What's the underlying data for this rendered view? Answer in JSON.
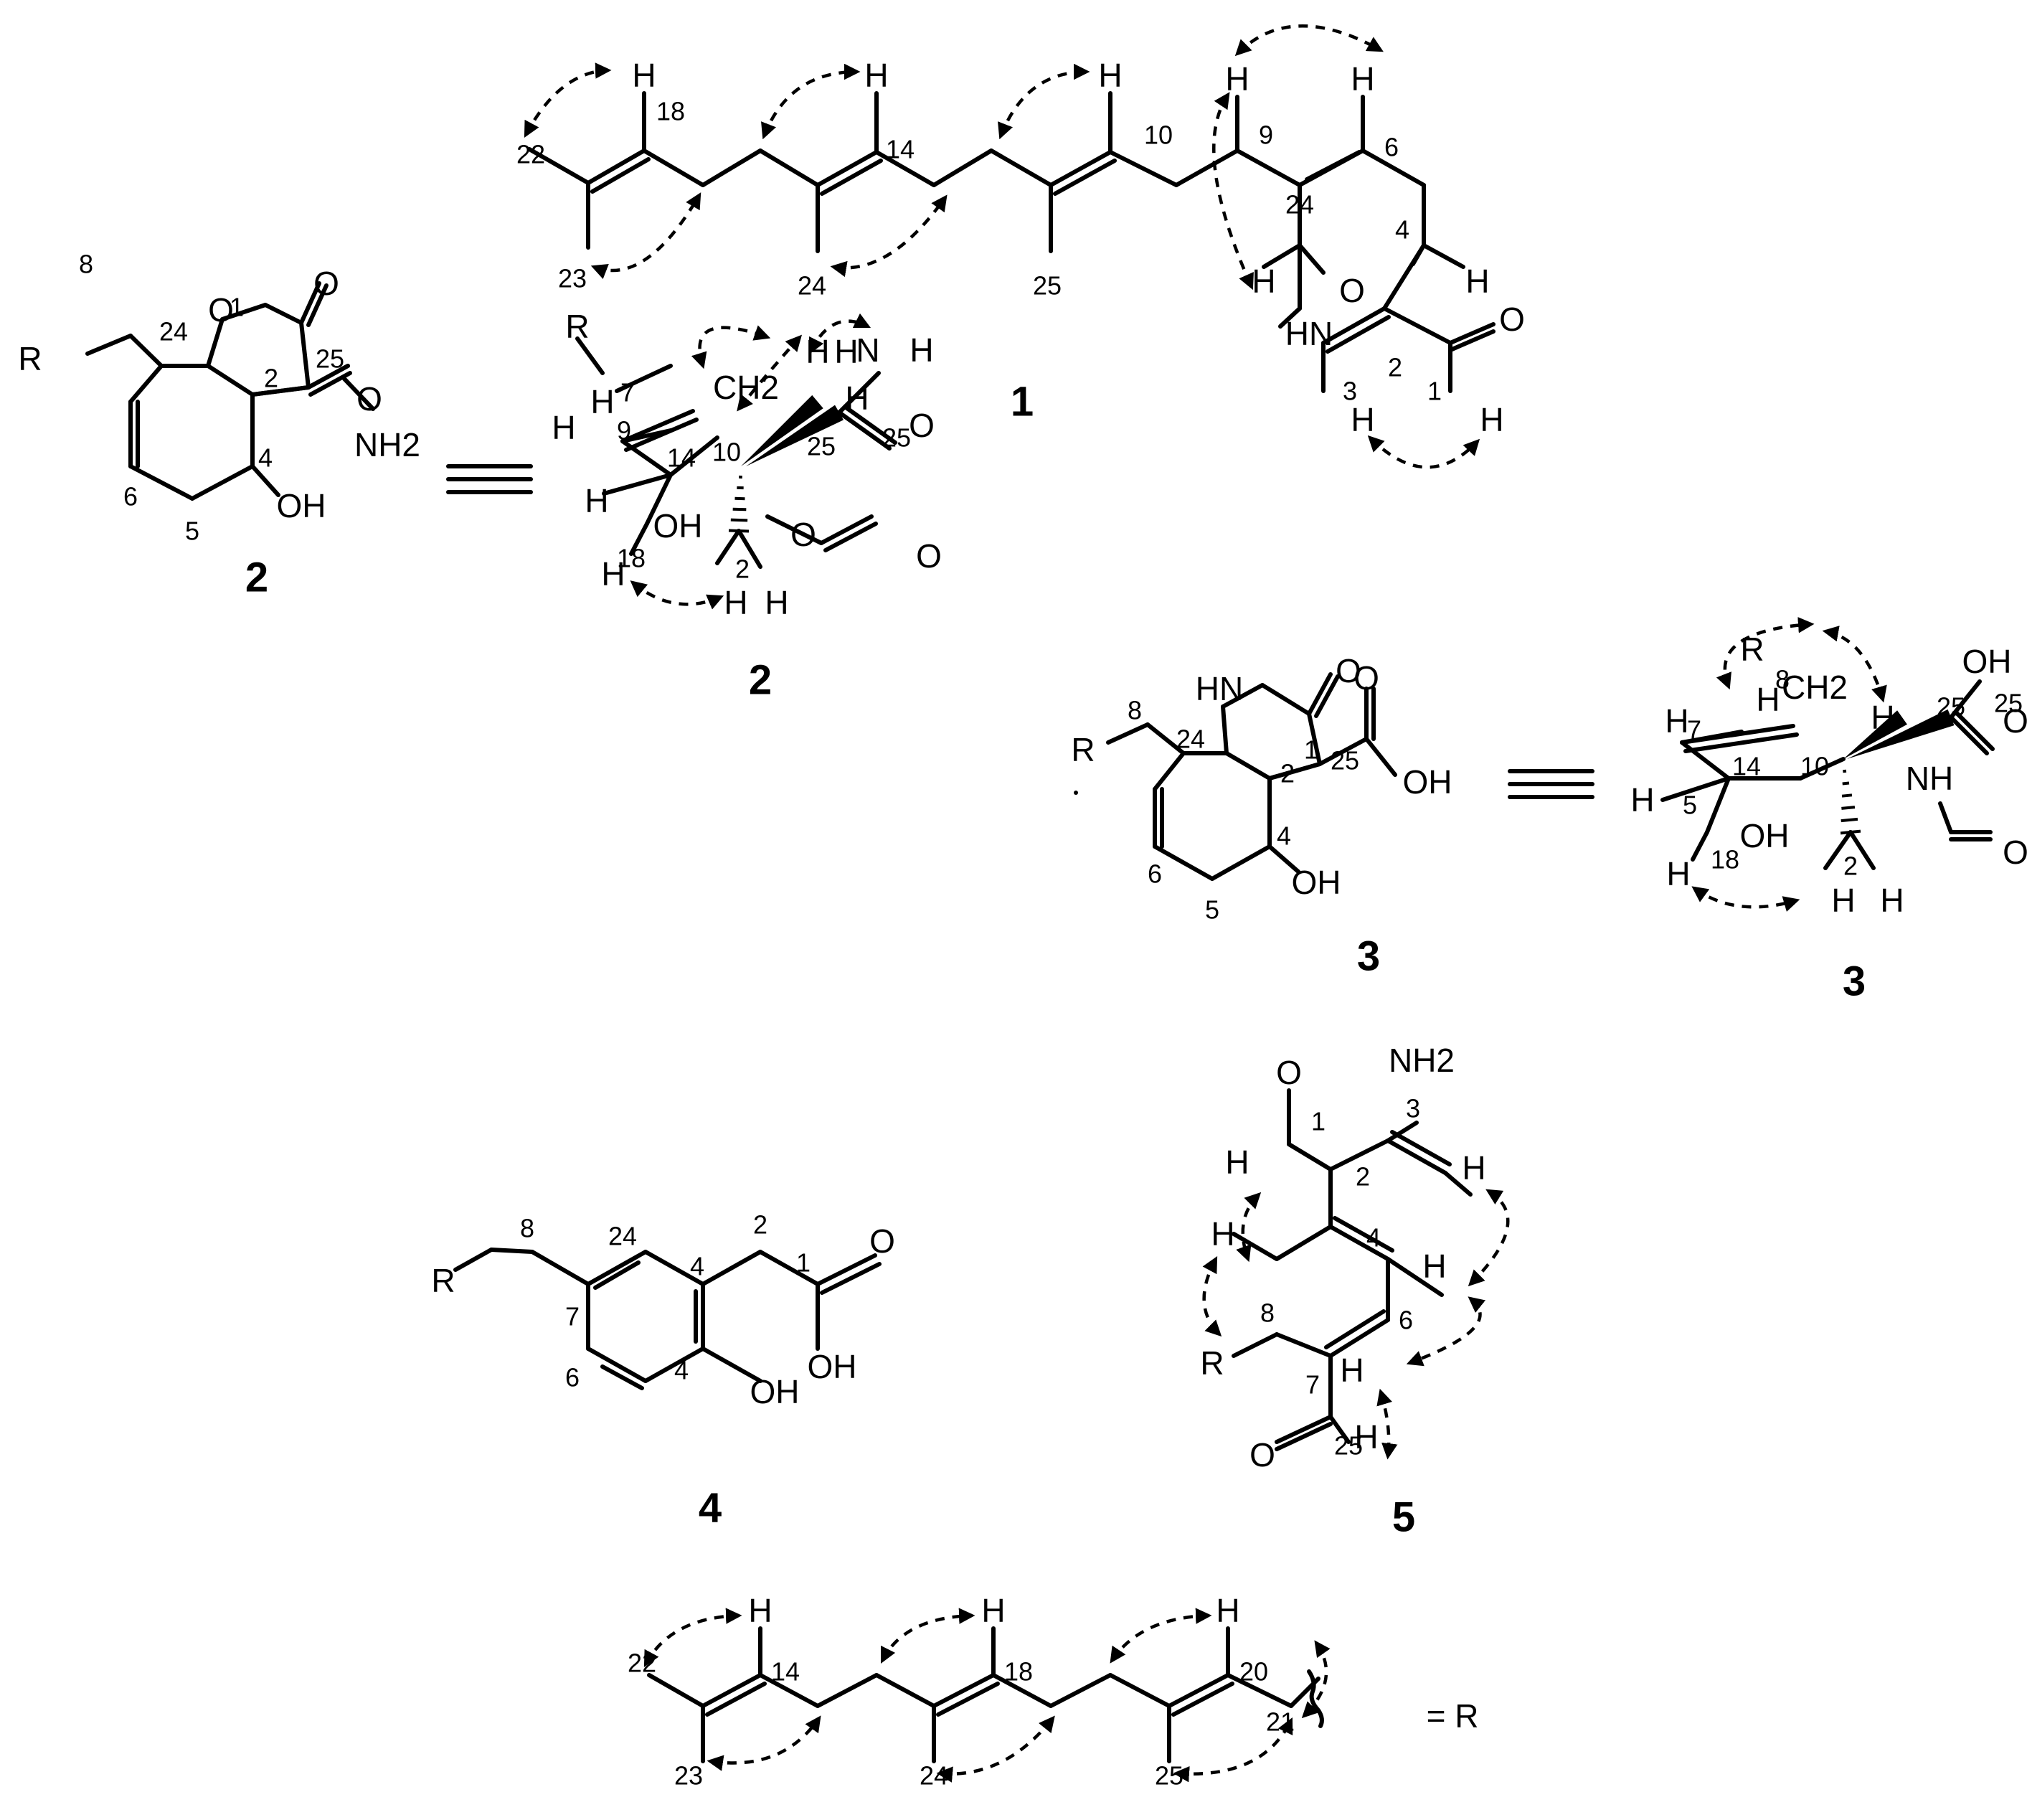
{
  "compound_labels": [
    "1",
    "2",
    "2",
    "3",
    "3",
    "4",
    "5"
  ],
  "equivalence_symbol": "≡",
  "r_definition": "= R",
  "atom_labels": {
    "H": "H",
    "O": "O",
    "R": "R",
    "HN": "HN",
    "NH": "NH",
    "N": "N",
    "OH": "OH",
    "NH2": "NH2",
    "CH2": "CH2"
  },
  "locants": [
    "1",
    "2",
    "3",
    "4",
    "5",
    "6",
    "7",
    "8",
    "9",
    "10",
    "14",
    "18",
    "20",
    "21",
    "22",
    "23",
    "24",
    "25"
  ],
  "colors": {
    "ink": "#000000",
    "background": "#ffffff"
  }
}
